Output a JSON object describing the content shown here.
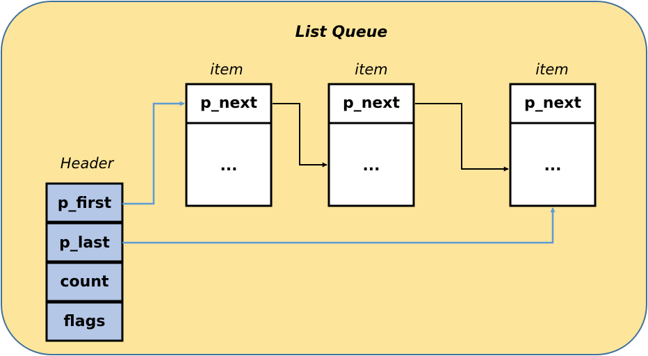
{
  "title": "List Queue",
  "header": {
    "caption": "Header",
    "fields": [
      "p_first",
      "p_last",
      "count",
      "flags"
    ]
  },
  "items": [
    {
      "caption": "item",
      "next_label": "p_next",
      "body_label": "..."
    },
    {
      "caption": "item",
      "next_label": "p_next",
      "body_label": "..."
    },
    {
      "caption": "item",
      "next_label": "p_next",
      "body_label": "..."
    }
  ],
  "colors": {
    "background": "#fde59b",
    "background_border": "#41719c",
    "header_cell": "#b4c7e7",
    "item_cell": "#ffffff",
    "pointer_arrow": "#5b9bd5",
    "link_arrow": "#000000"
  }
}
